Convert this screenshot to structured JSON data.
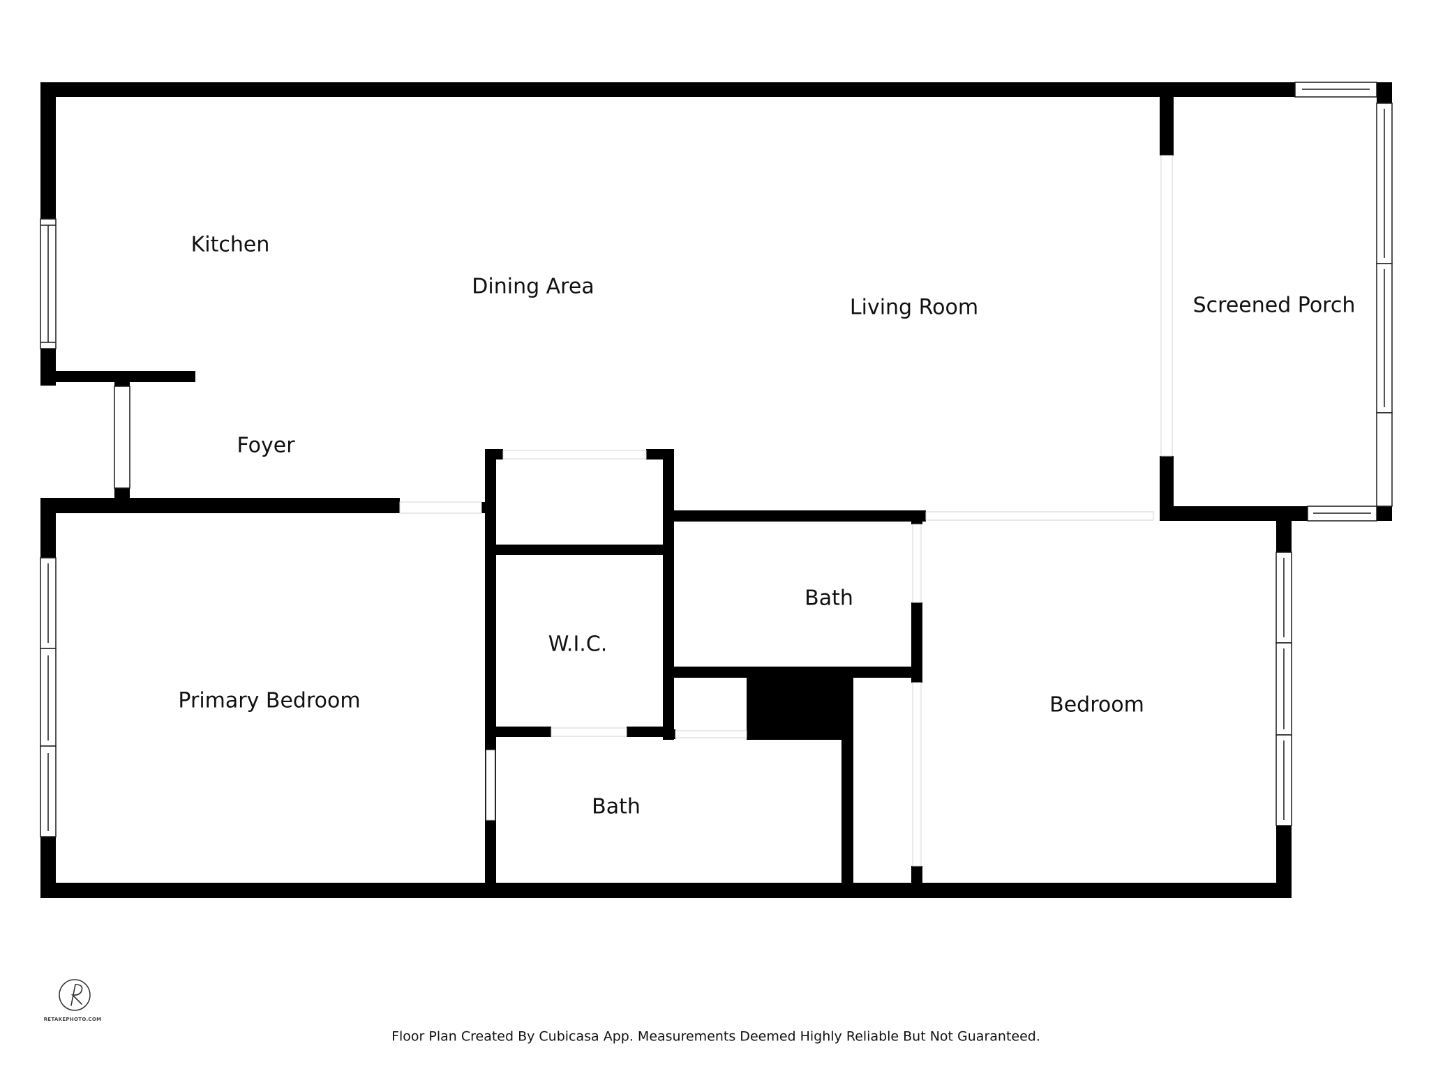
{
  "rooms": {
    "kitchen": "Kitchen",
    "dining_area": "Dining Area",
    "living_room": "Living Room",
    "screened_porch": "Screened Porch",
    "foyer": "Foyer",
    "primary_bedroom": "Primary Bedroom",
    "wic": "W.I.C.",
    "bath_upper": "Bath",
    "bath_lower": "Bath",
    "bedroom": "Bedroom"
  },
  "footer": {
    "disclaimer": "Floor Plan Created By Cubicasa App. Measurements Deemed Highly Reliable But Not Guaranteed."
  },
  "logo": {
    "mark": "R",
    "caption": "RETAKEPHOTO.COM",
    "icon": "retakephoto-logo-icon"
  },
  "colors": {
    "wall": "#000000",
    "background": "#ffffff"
  }
}
